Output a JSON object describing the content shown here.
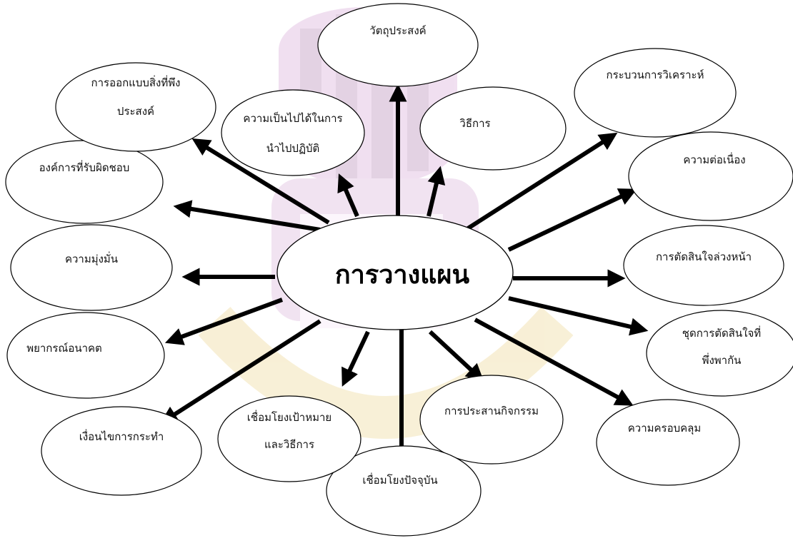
{
  "center": {
    "label": "การวางแผน"
  },
  "nodes": [
    {
      "id": "objective",
      "lines": [
        "วัตถุประสงค์"
      ]
    },
    {
      "id": "analysis-process",
      "lines": [
        "กระบวนการวิเคราะห์"
      ]
    },
    {
      "id": "continuity",
      "lines": [
        "ความต่อเนื่อง"
      ]
    },
    {
      "id": "advance-decision",
      "lines": [
        "การตัดสินใจล่วงหน้า"
      ]
    },
    {
      "id": "interdependent-decisions",
      "lines": [
        "ชุดการตัดสินใจที่",
        "พึ่งพากัน"
      ]
    },
    {
      "id": "coverage",
      "lines": [
        "ความครอบคลุม"
      ]
    },
    {
      "id": "activity-coordination",
      "lines": [
        "การประสานกิจกรรม"
      ]
    },
    {
      "id": "link-present",
      "lines": [
        "เชื่อมโยงปัจจุบัน"
      ]
    },
    {
      "id": "link-goals-methods",
      "lines": [
        "เชื่อมโยงเป้าหมาย",
        "และวิธีการ"
      ]
    },
    {
      "id": "action-conditions",
      "lines": [
        "เงื่อนไขการกระทำ"
      ]
    },
    {
      "id": "forecast",
      "lines": [
        "พยากรณ์อนาคต"
      ]
    },
    {
      "id": "commitment",
      "lines": [
        "ความมุ่งมั่น"
      ]
    },
    {
      "id": "responsible-org",
      "lines": [
        "องค์การที่รับผิดชอบ"
      ]
    },
    {
      "id": "desired-design",
      "lines": [
        "การออกแบบสิ่งที่พึง",
        "ประสงค์"
      ]
    },
    {
      "id": "feasibility",
      "lines": [
        "ความเป็นไปได้ในการ",
        "นำไปปฏิบัติ"
      ]
    },
    {
      "id": "methods",
      "lines": [
        "วิธีการ"
      ]
    }
  ],
  "colors": {
    "stroke": "#000000",
    "watermark": "#c9a0c9",
    "watermark_gold": "#e8c878"
  }
}
